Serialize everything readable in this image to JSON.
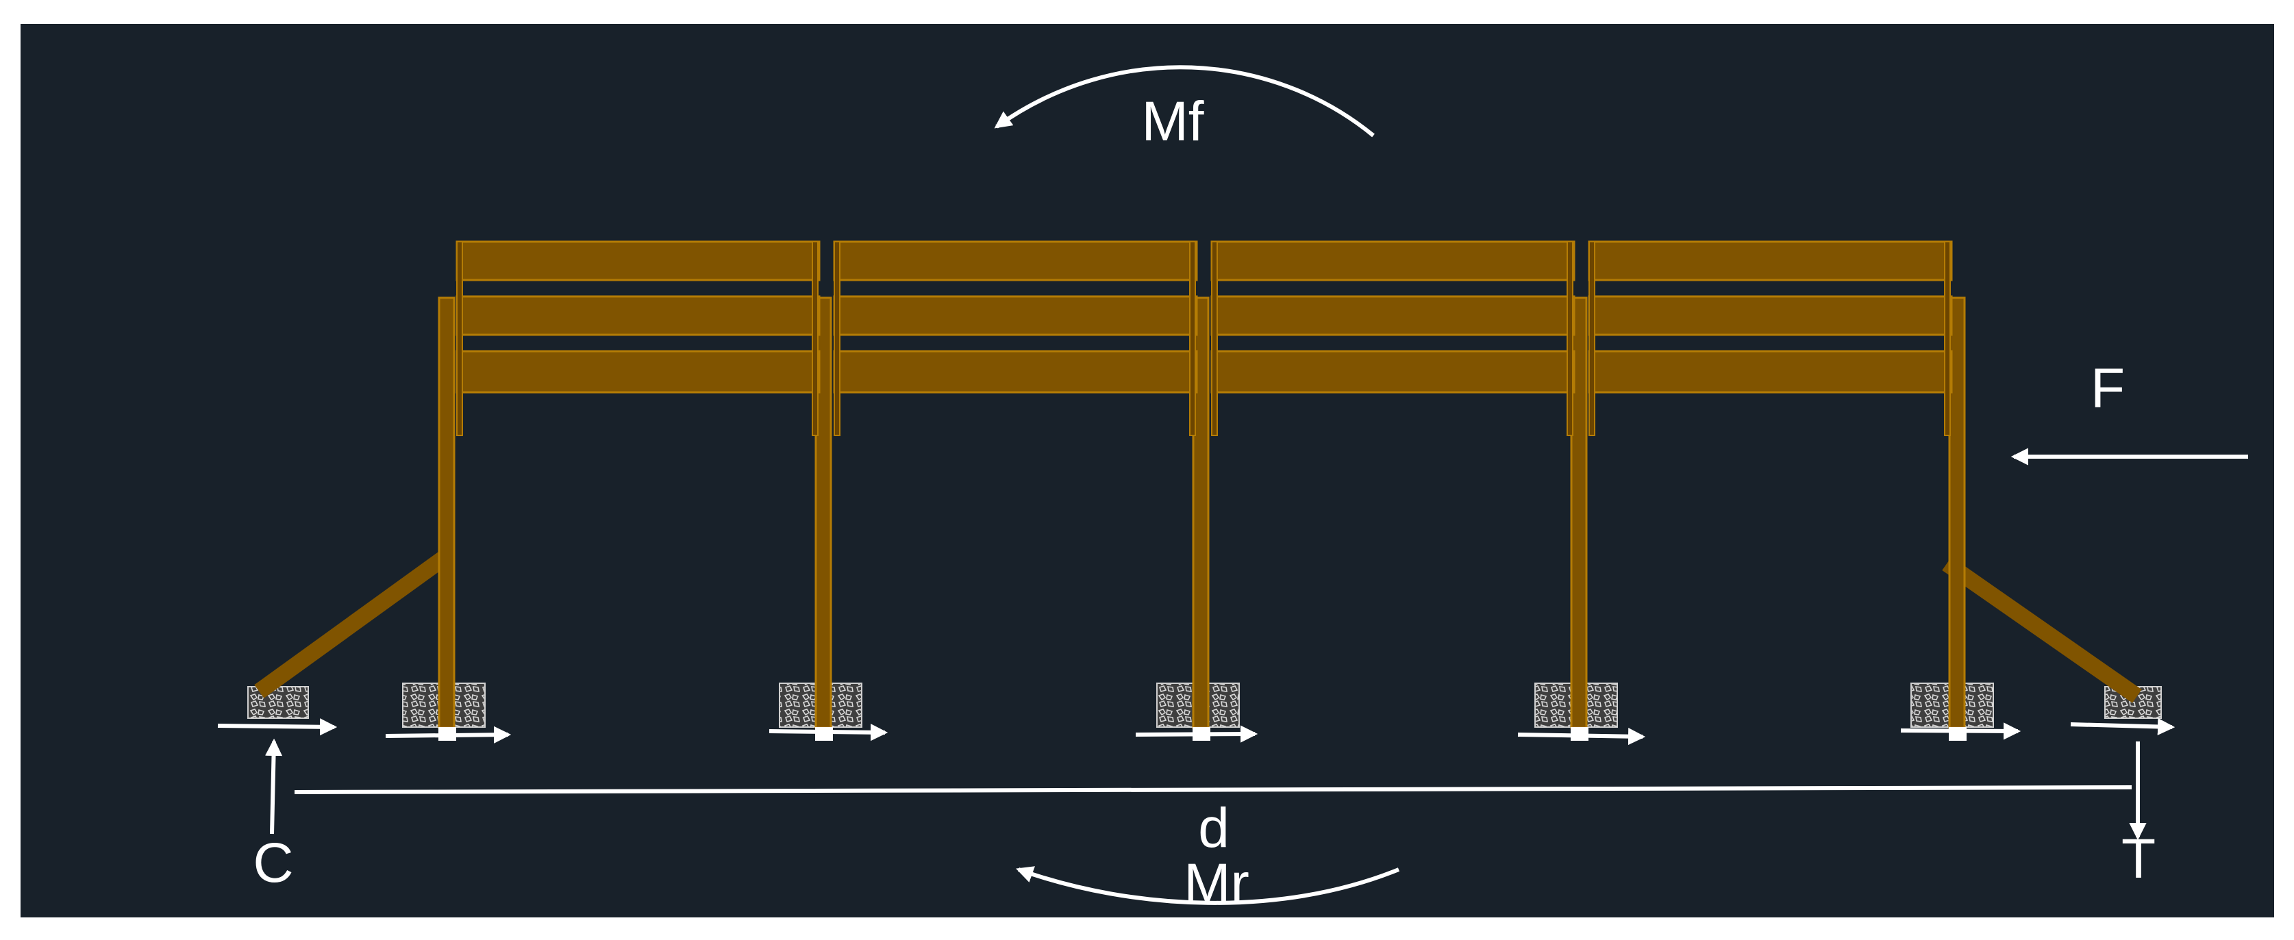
{
  "diagram": {
    "labels": {
      "moment_top": "Mf",
      "moment_bottom": "Mr",
      "force": "F",
      "compression": "C",
      "tension": "T",
      "distance": "d"
    },
    "colors": {
      "background": "#18212a",
      "timber": "#805400",
      "timber_edge": "#b47c05",
      "timber_dark": "#6c4500",
      "arrow": "#ffffff",
      "footing": "#4a4a4a",
      "footing_pattern": "#d8d8d8",
      "plate": "#ffffff"
    },
    "structure": {
      "bays": 4,
      "posts": 5,
      "rails_per_bay": 3,
      "braces": 2,
      "footings": 7,
      "sliding_arrows": 7
    }
  }
}
